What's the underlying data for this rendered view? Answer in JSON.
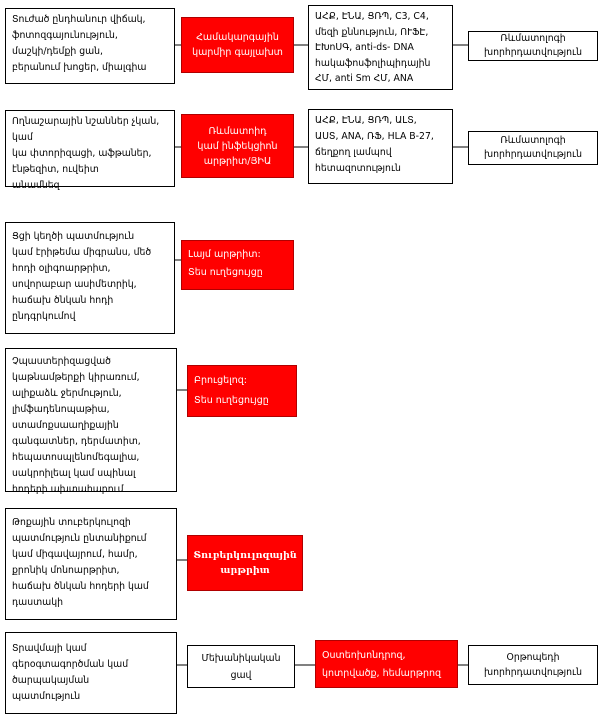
{
  "rows": [
    {
      "symptom": "Տուժած ընդհանուր վիճակ,\nֆոտոզգայունություն,\nմաշկի/դեմքի ցան,\nբերանում խոցեր, միալգիա",
      "diagnosis": "Համակարգային\nկարմիր գայլախտ",
      "tests": "ԱՀՔ, ԷՆԱ, ՑՌՊ, C3, C4,\nմեզի քննություն, ՈՒՖԷ,\nԷԽոՍԳ, anti-ds- DNA\nհակաֆոսֆոլիպիդային\nՀՄ, anti Sm ՀՄ, ANA",
      "referral": "Ռևմատոլոգի\nխորհրդատվություն"
    },
    {
      "symptom": "Ողնաշարային նշաններ չկան, կամ\nկա փտորիզացի, աֆթաներ,\nէնթեզիտ, ուվեիտ\nանամնեզ",
      "diagnosis": "Ռևմատոիդ\nկամ ինֆեկցիոն\nարթրիտ/ՅԻԱ",
      "tests": "ԱՀՔ, ԷՆԱ, ՑՌՊ, ԱԼՏ,\nԱՍՏ, ANA, ՌՖ, HLA B-27,\nճեղքող լամպով\nհետազոտություն",
      "referral": "Ռևմատոլոգի\nխորհրդատվություն"
    },
    {
      "symptom": "Ցցի կեղծի պատմություն\nկամ էրիթեմա միգրանս, մեծ\nհոդի օլիգոարթրիտ,\nսովորաբար ասիմետրիկ,\nհաճախ ծնկան հոդի\nընդգրկումով",
      "diagnosis": "Լայմ արթրիտ:\nՏես ուղեցույցը"
    },
    {
      "symptom": "Չպաստերիզացված\nկաթնամթերքի կիրառում,\nալիքաձև ջերմություն,\nլիմֆադենոպաթիա,\nստամոքսաաղիքային\nգանգատներ, դերմատիտ,\nհեպատոսպլենոմեգալիա,\nսակրոիլեալ կամ սպինալ\nհոդերի ախտահարում",
      "diagnosis": "Բրուցելոզ:\nՏես ուղեցույցը"
    },
    {
      "symptom": "Թոքային տուբերկուլոզի\nպատմություն ընտանիքում\nկամ միգավայրում, համր,\nքրոնիկ մոնոարթրիտ,\nհաճախ ծնկան հոդերի կամ\nդաստակի",
      "diagnosis": "Տուբերկուլոզային\nարթրիտ"
    },
    {
      "symptom": "Տրավմայի կամ\nգերօգտագործման կամ\nծարպակայման\nպատմություն",
      "middle": "Մեխանիկական\nցավ",
      "tests": "Օստեոխոնդրոզ,\nկոտրվածք, հեմարթրոզ",
      "referral": "Օրթոպեդի\nխորհրդատվություն"
    }
  ]
}
